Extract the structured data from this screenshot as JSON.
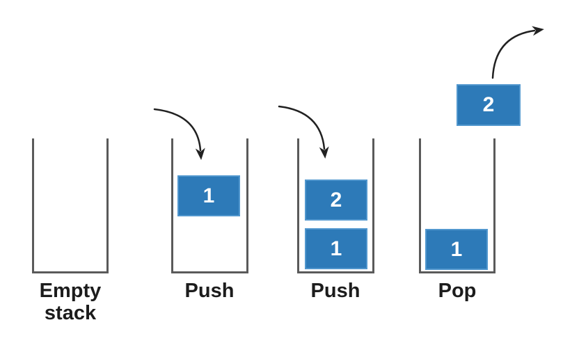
{
  "figure": {
    "type": "diagram",
    "subject": "stack-push-pop-operations"
  },
  "colors": {
    "background": "#ffffff",
    "box_fill": "#2d7ab8",
    "box_border": "#5197ce",
    "box_text": "#ffffff",
    "container_line": "#5a5a5a",
    "arrow": "#212121",
    "label_text": "#1c1c1c"
  },
  "stages": [
    {
      "label": "Empty stack",
      "boxes": []
    },
    {
      "label": "Push",
      "incoming_arrow": "curved-arrow-down",
      "boxes": [
        {
          "value": "1"
        }
      ]
    },
    {
      "label": "Push",
      "incoming_arrow": "curved-arrow-down",
      "boxes": [
        {
          "value": "2"
        },
        {
          "value": "1"
        }
      ]
    },
    {
      "label": "Pop",
      "outgoing_arrow": "curved-arrow-up-right",
      "boxes": [
        {
          "value": "1"
        }
      ],
      "popped_box": {
        "value": "2"
      }
    }
  ],
  "icons": {
    "push_arrow": "curved-arrow-down",
    "pop_arrow": "curved-arrow-up-right"
  }
}
